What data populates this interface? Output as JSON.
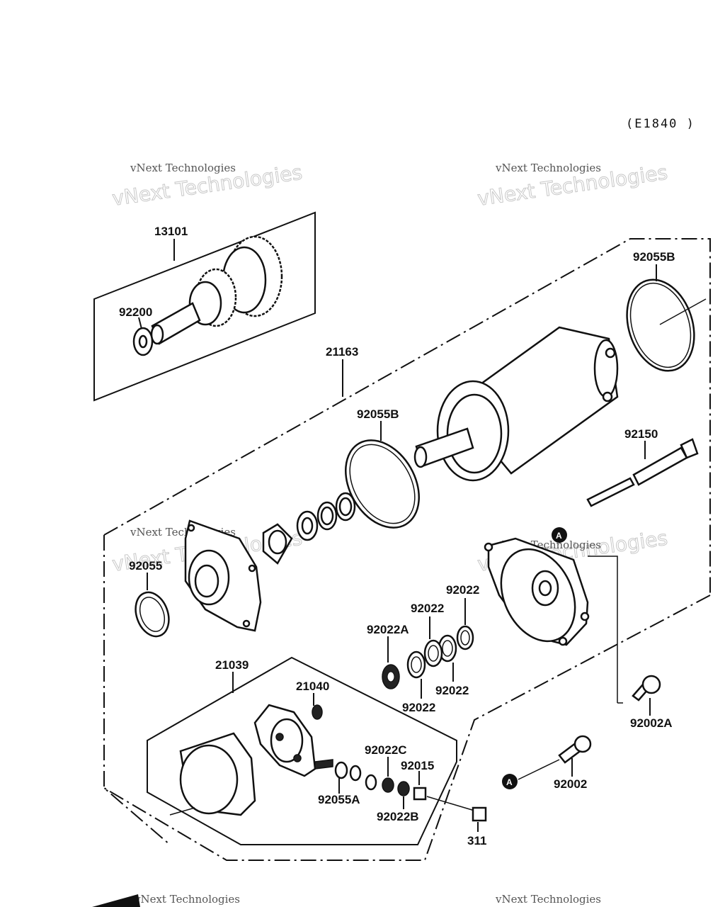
{
  "diagram": {
    "reference_code": "(E1840 )",
    "watermark_small": "vNext Technologies",
    "watermark_big": "vNext Technologies",
    "marker_letter": "A",
    "parts": {
      "p13101": "13101",
      "p92200": "92200",
      "p21163": "21163",
      "p92055B_top": "92055B",
      "p92055B_mid": "92055B",
      "p92150": "92150",
      "p92055": "92055",
      "p92022_a": "92022",
      "p92022_b": "92022",
      "p92022A": "92022A",
      "p92022_c": "92022",
      "p92022_d": "92022",
      "p21039": "21039",
      "p21040": "21040",
      "p92022C": "92022C",
      "p92015": "92015",
      "p92055A": "92055A",
      "p92022B": "92022B",
      "p311": "311",
      "p92002A": "92002A",
      "p92002": "92002"
    }
  }
}
